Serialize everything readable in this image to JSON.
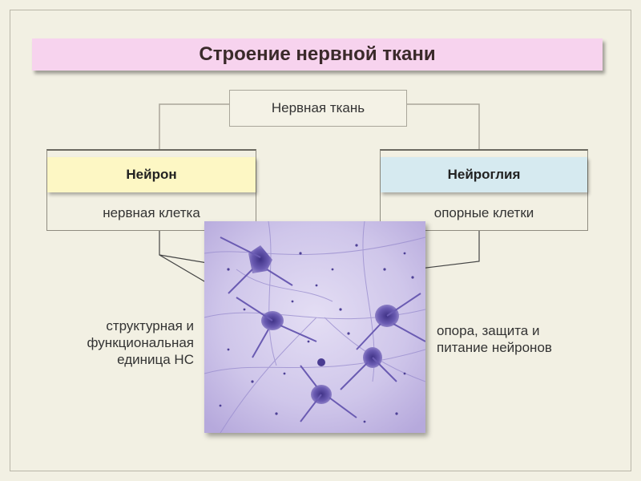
{
  "slide": {
    "title": "Строение нервной ткани",
    "root_label": "Нервная ткань",
    "neuron": {
      "heading": "Нейрон",
      "subtitle": "нервная клетка",
      "note_lines": [
        "структурная и",
        "функциональная",
        "единица НС"
      ]
    },
    "glia": {
      "heading": "Нейроглия",
      "subtitle": "опорные клетки",
      "note_lines": [
        "опора, защита и",
        "питание нейронов"
      ]
    }
  },
  "colors": {
    "background": "#f2f0e3",
    "title_band": "#f7d3ee",
    "neuron_head": "#fdf7c4",
    "glia_head": "#d6eaf0",
    "micrograph_base": "#c9bfe6",
    "cell_stain": "#5a4ba0"
  }
}
